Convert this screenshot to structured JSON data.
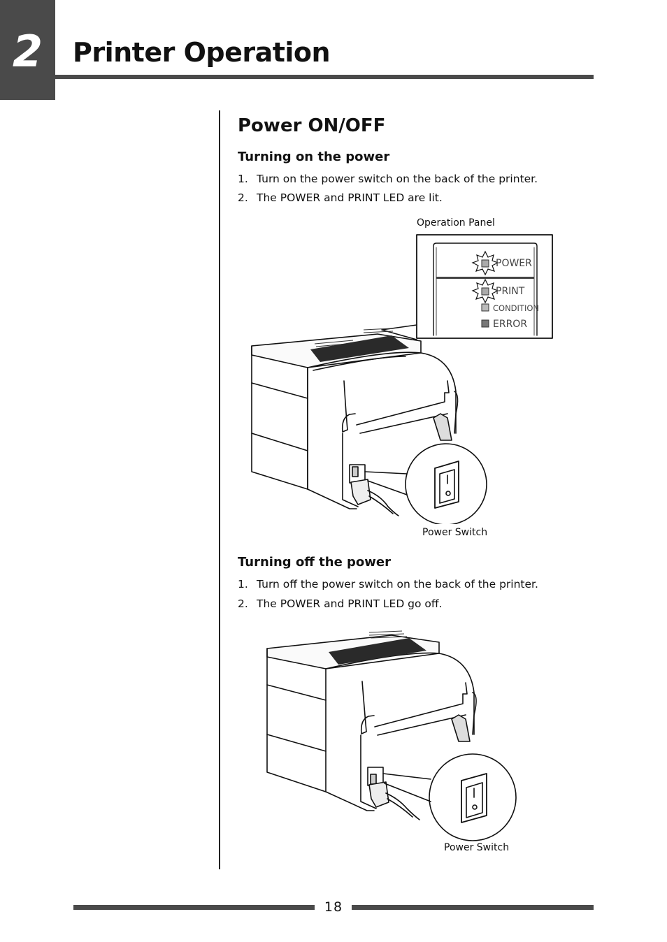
{
  "chapter": {
    "number": "2",
    "title": "Printer Operation"
  },
  "section": {
    "title": "Power ON/OFF"
  },
  "turning_on": {
    "title": "Turning on the power",
    "steps": [
      {
        "num": "1.",
        "text": "Turn on the power switch on the back of the printer."
      },
      {
        "num": "2.",
        "text": "The POWER and PRINT LED are lit."
      }
    ],
    "panel_caption": "Operation Panel",
    "panel_labels": {
      "power": "POWER",
      "print": "PRINT",
      "condition": "CONDITION",
      "error": "ERROR"
    },
    "switch_caption": "Power Switch"
  },
  "turning_off": {
    "title": "Turning off the power",
    "steps": [
      {
        "num": "1.",
        "text": "Turn off the power switch on the back of the printer."
      },
      {
        "num": "2.",
        "text": "The POWER and PRINT LED go off."
      }
    ],
    "switch_caption": "Power Switch"
  },
  "footer": {
    "page_number": "18"
  }
}
